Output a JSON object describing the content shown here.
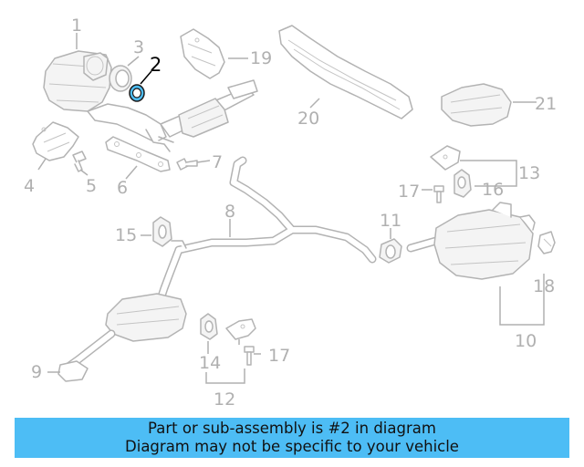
{
  "diagram": {
    "highlight_color": "#4dbdf5",
    "highlighted_part": "2",
    "callouts": [
      "1",
      "2",
      "3",
      "4",
      "5",
      "6",
      "7",
      "8",
      "9",
      "10",
      "11",
      "12",
      "13",
      "14",
      "15",
      "16",
      "17",
      "17",
      "18",
      "19",
      "20",
      "21"
    ]
  },
  "banner": {
    "line1": "Part or sub-assembly is #2 in diagram",
    "line2": "Diagram may not be specific to your vehicle",
    "background": "#4dbdf5"
  }
}
